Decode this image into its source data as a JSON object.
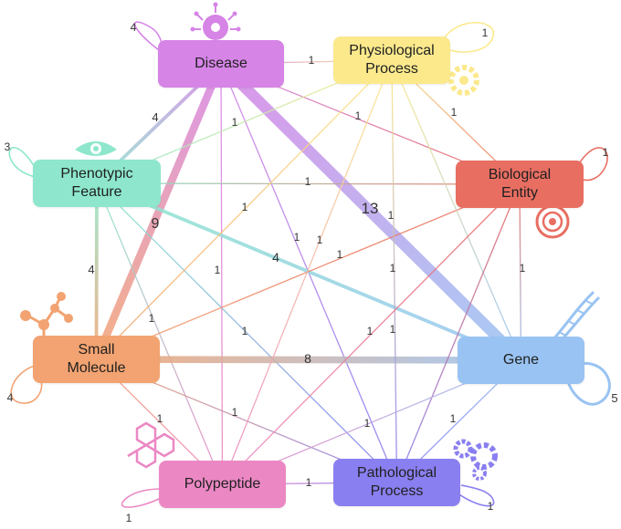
{
  "nodes": [
    {
      "id": "disease",
      "label": "Disease",
      "color": "#d684e6",
      "icon": "virus-icon",
      "self_loop": "4"
    },
    {
      "id": "physiological",
      "label": "Physiological\nProcess",
      "color": "#fbe98c",
      "icon": "gear-icon",
      "self_loop": "1"
    },
    {
      "id": "biological",
      "label": "Biological\nEntity",
      "color": "#e86e62",
      "icon": "rose-icon",
      "self_loop": "1"
    },
    {
      "id": "gene",
      "label": "Gene",
      "color": "#99c3f2",
      "icon": "dna-icon",
      "self_loop": "5"
    },
    {
      "id": "pathological",
      "label": "Pathological\nProcess",
      "color": "#8a7ff0",
      "icon": "gears-icon",
      "self_loop": "1"
    },
    {
      "id": "polypeptide",
      "label": "Polypeptide",
      "color": "#eb88c4",
      "icon": "molecule-icon",
      "self_loop": "1"
    },
    {
      "id": "smallmol",
      "label": "Small\nMolecule",
      "color": "#f2a371",
      "icon": "molecule-icon",
      "self_loop": "4"
    },
    {
      "id": "phenotypic",
      "label": "Phenotypic\nFeature",
      "color": "#8ee7cc",
      "icon": "eye-icon",
      "self_loop": "3"
    }
  ],
  "edges": [
    {
      "from": "disease",
      "to": "physiological",
      "weight": 1,
      "label": "1"
    },
    {
      "from": "disease",
      "to": "gene",
      "weight": 13,
      "label": "13"
    },
    {
      "from": "disease",
      "to": "smallmol",
      "weight": 9,
      "label": "9"
    },
    {
      "from": "disease",
      "to": "phenotypic",
      "weight": 4,
      "label": "4"
    },
    {
      "from": "disease",
      "to": "biological",
      "weight": 1,
      "label": "1"
    },
    {
      "from": "disease",
      "to": "pathological",
      "weight": 1,
      "label": "1"
    },
    {
      "from": "disease",
      "to": "polypeptide",
      "weight": 1,
      "label": "1"
    },
    {
      "from": "phenotypic",
      "to": "gene",
      "weight": 4,
      "label": "4"
    },
    {
      "from": "phenotypic",
      "to": "smallmol",
      "weight": 4,
      "label": "4"
    },
    {
      "from": "phenotypic",
      "to": "biological",
      "weight": 1,
      "label": "1"
    },
    {
      "from": "phenotypic",
      "to": "physiological",
      "weight": 1,
      "label": "1"
    },
    {
      "from": "phenotypic",
      "to": "pathological",
      "weight": 1,
      "label": "1"
    },
    {
      "from": "phenotypic",
      "to": "polypeptide",
      "weight": 1,
      "label": "1"
    },
    {
      "from": "smallmol",
      "to": "gene",
      "weight": 8,
      "label": "8"
    },
    {
      "from": "smallmol",
      "to": "physiological",
      "weight": 1,
      "label": "1"
    },
    {
      "from": "smallmol",
      "to": "biological",
      "weight": 1,
      "label": "1"
    },
    {
      "from": "smallmol",
      "to": "polypeptide",
      "weight": 1,
      "label": "1"
    },
    {
      "from": "smallmol",
      "to": "pathological",
      "weight": 1,
      "label": "1"
    },
    {
      "from": "physiological",
      "to": "biological",
      "weight": 1,
      "label": "1"
    },
    {
      "from": "physiological",
      "to": "gene",
      "weight": 1,
      "label": "1"
    },
    {
      "from": "physiological",
      "to": "pathological",
      "weight": 1,
      "label": "1"
    },
    {
      "from": "physiological",
      "to": "polypeptide",
      "weight": 1,
      "label": "1"
    },
    {
      "from": "biological",
      "to": "gene",
      "weight": 1,
      "label": "1"
    },
    {
      "from": "biological",
      "to": "pathological",
      "weight": 1,
      "label": "1"
    },
    {
      "from": "biological",
      "to": "polypeptide",
      "weight": 1,
      "label": "1"
    },
    {
      "from": "gene",
      "to": "pathological",
      "weight": 1,
      "label": "1"
    },
    {
      "from": "gene",
      "to": "polypeptide",
      "weight": 1,
      "label": "1"
    },
    {
      "from": "polypeptide",
      "to": "pathological",
      "weight": 1,
      "label": "1"
    }
  ]
}
